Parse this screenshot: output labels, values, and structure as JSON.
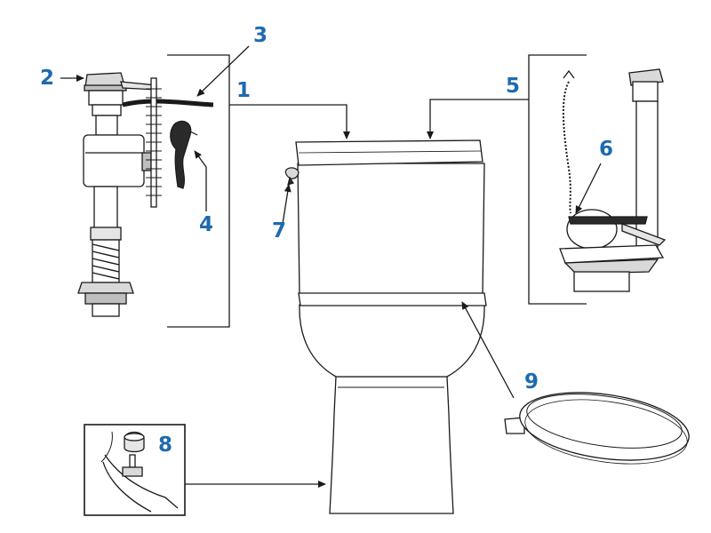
{
  "diagram": {
    "callouts": [
      {
        "number": "1",
        "part": "fill-valve-kit"
      },
      {
        "number": "2",
        "part": "fill-valve-cap"
      },
      {
        "number": "3",
        "part": "refill-tube"
      },
      {
        "number": "4",
        "part": "refill-clip"
      },
      {
        "number": "5",
        "part": "flush-valve-kit"
      },
      {
        "number": "6",
        "part": "flapper"
      },
      {
        "number": "7",
        "part": "trip-lever"
      },
      {
        "number": "8",
        "part": "bolt-cap"
      },
      {
        "number": "9",
        "part": "toilet-seat"
      }
    ],
    "colors": {
      "callout": "#1f6aaf",
      "line": "#1a1a1a",
      "part_fill": "#ffffff",
      "shade": "#d9d9d9",
      "dark": "#2a2a2a"
    }
  }
}
